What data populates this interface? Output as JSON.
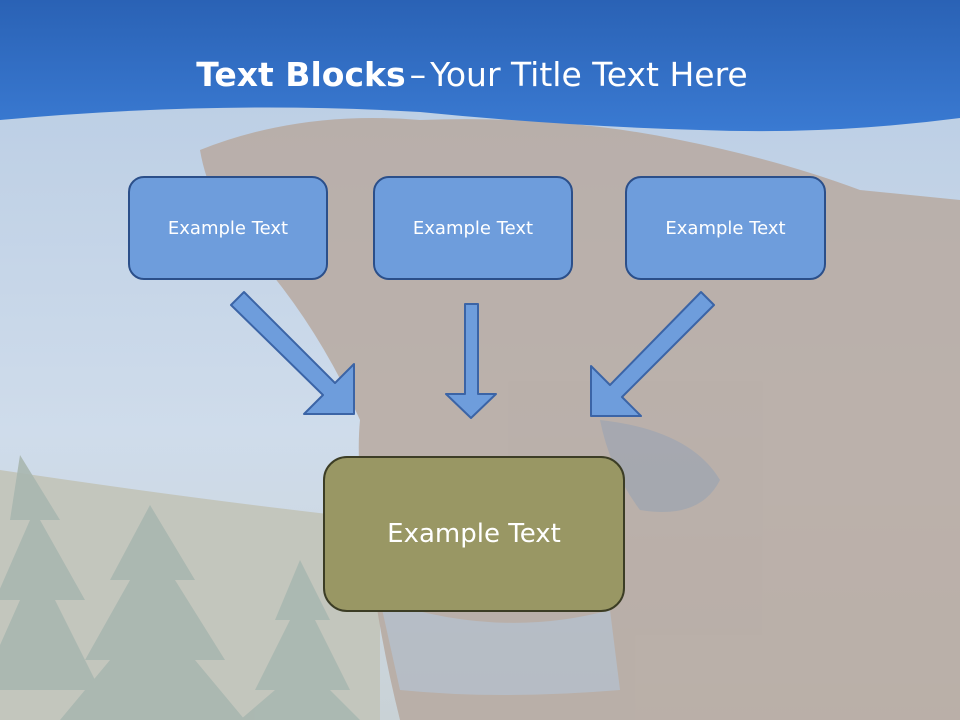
{
  "slide": {
    "title_bold": "Text Blocks",
    "title_dash": "–",
    "title_rest": "Your Title Text Here"
  },
  "boxes": [
    {
      "label": "Example Text"
    },
    {
      "label": "Example Text"
    },
    {
      "label": "Example Text"
    }
  ],
  "main_box": {
    "label": "Example Text"
  },
  "colors": {
    "header": "#2f6dc4",
    "small_box_fill": "#6e9ddc",
    "small_box_border": "#2b4f8a",
    "main_box_fill": "#999764",
    "main_box_border": "#3c3d25",
    "arrow_fill": "#6e9ddc"
  }
}
